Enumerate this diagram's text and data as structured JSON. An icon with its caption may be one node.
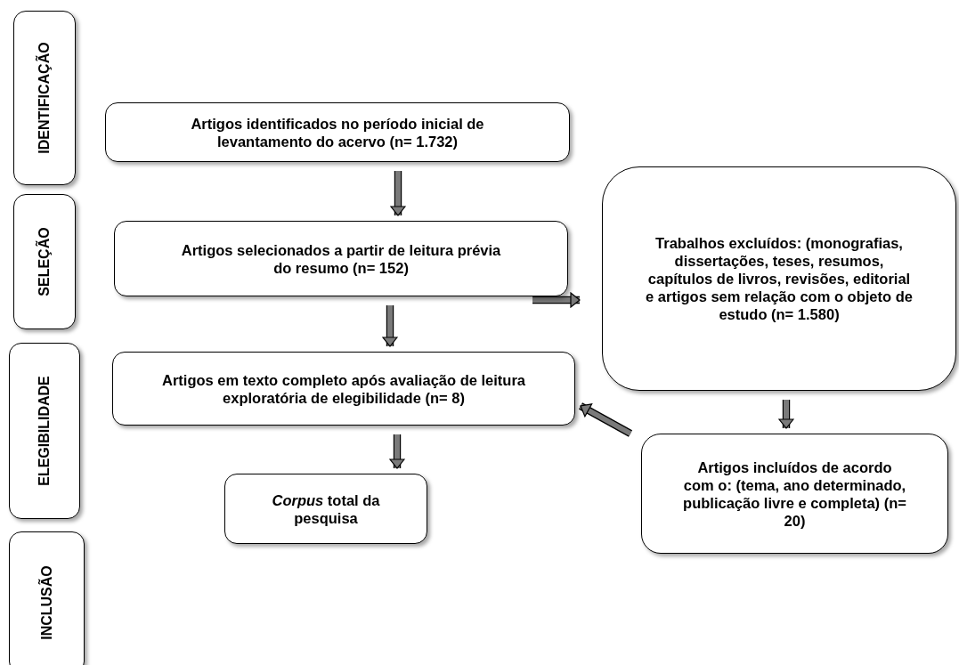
{
  "diagram": {
    "nodes": [
      {
        "text": [
          "IDENTIFICAÇÃO"
        ]
      },
      {
        "text": [
          "SELEÇÃO"
        ]
      },
      {
        "text": [
          "ELEGIBILIDADE"
        ]
      },
      {
        "text": [
          "INCLUSÃO"
        ]
      },
      {
        "text": [
          "Artigos identificados no período inicial de levantamento do acervo (n= 1.732)"
        ]
      },
      {
        "text": [
          "Artigos selecionados a partir de leitura prévia do resumo (n= 152)"
        ]
      },
      {
        "text": [
          "Artigos em texto completo após avaliação de leitura exploratória de elegibilidade (n= 8)"
        ]
      },
      {
        "text": [
          "*Corpus* total da pesquisa"
        ]
      },
      {
        "text": [
          "Trabalhos excluídos: (monografias, dissertações, teses, resumos, capítulos de livros, revisões, editorial e artigos sem relação com o objeto de estudo (n= 1.580)"
        ]
      },
      {
        "text": [
          "Artigos incluídos de acordo com o: (tema, ano determinado, publicação livre e completa) (n= 20)"
        ]
      }
    ],
    "edges": [
      {
        "from": 4,
        "to": 5,
        "arrow": "to"
      },
      {
        "from": 5,
        "to": 6,
        "arrow": "to"
      },
      {
        "from": 6,
        "to": 7,
        "arrow": "to"
      },
      {
        "from": 5,
        "to": 8,
        "arrow": "to"
      },
      {
        "from": 8,
        "to": 9,
        "arrow": "to"
      },
      {
        "from": 9,
        "to": 6,
        "arrow": "to"
      }
    ]
  }
}
